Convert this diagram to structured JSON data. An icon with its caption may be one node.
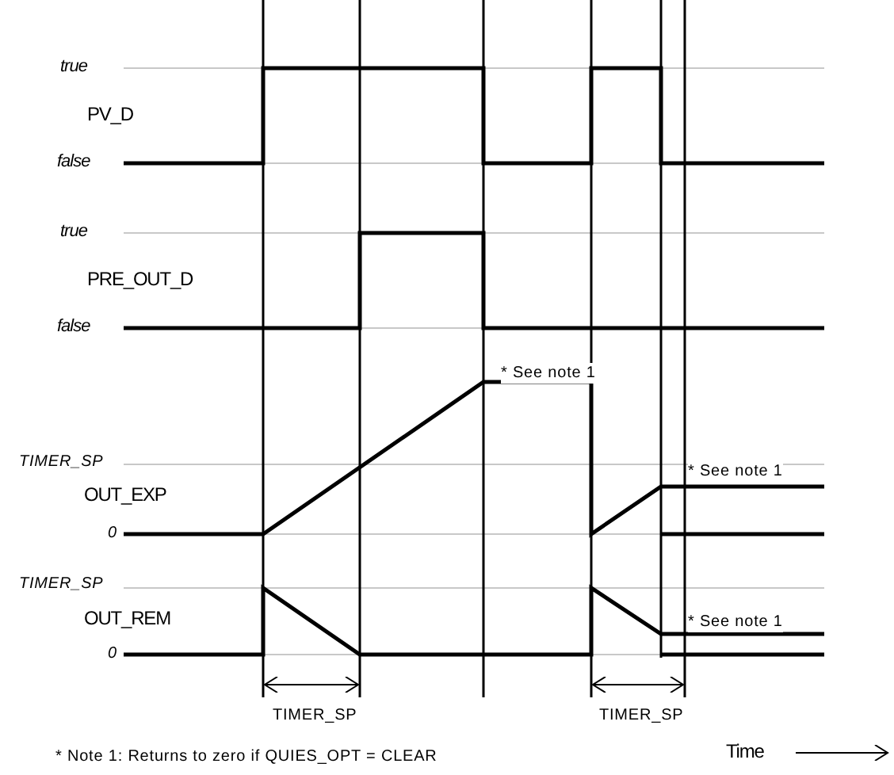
{
  "diagram": {
    "labels": [
      "true",
      "PV_D",
      "false",
      "true",
      "PRE_OUT_D",
      "false",
      "* See note 1",
      "TIMER_SP",
      "OUT_EXP",
      "* See note 1",
      "0",
      "TIMER_SP",
      "OUT_REM",
      "* See note 1",
      "0",
      "TIMER_SP",
      "TIMER_SP",
      "* Note 1:  Returns to zero if QUIES_OPT = CLEAR",
      "Time"
    ]
  }
}
